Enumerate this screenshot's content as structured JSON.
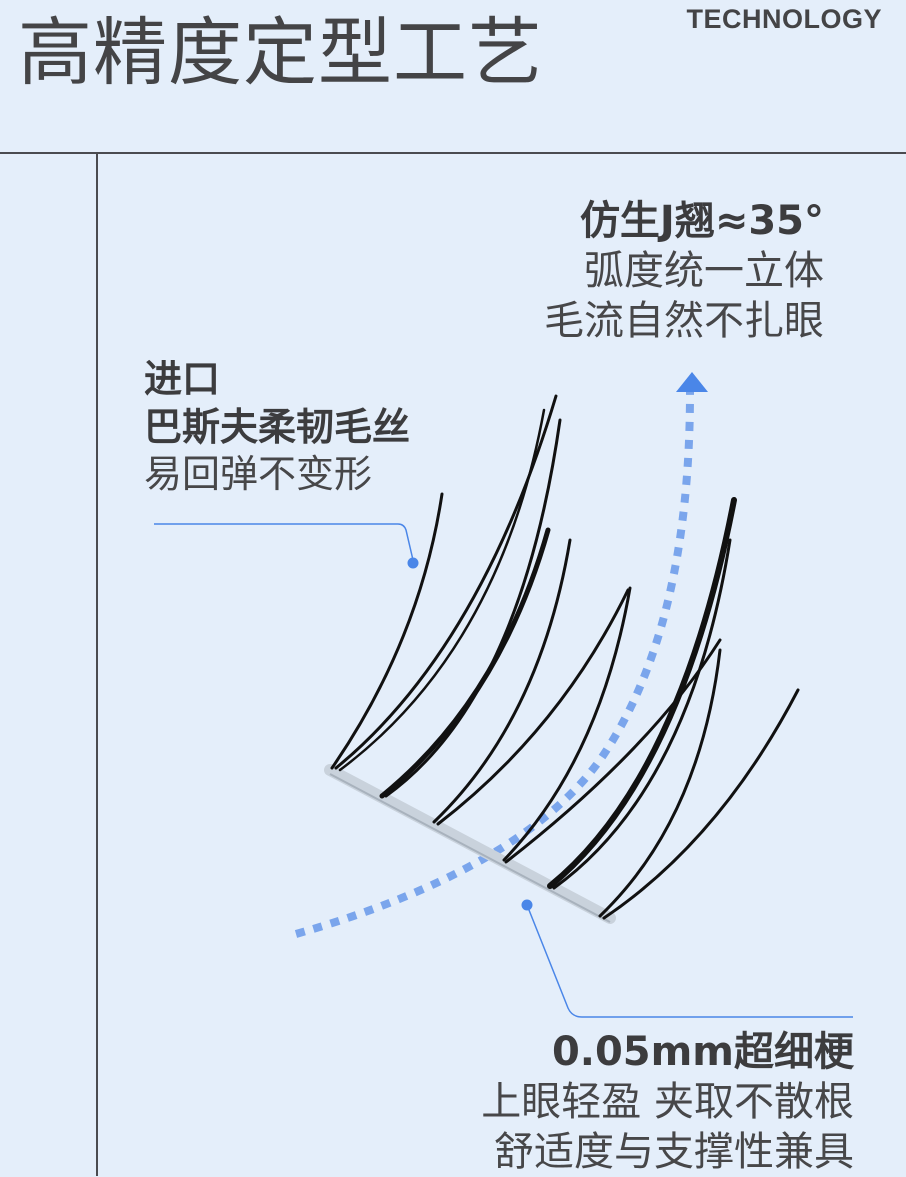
{
  "header": {
    "title": "高精度定型工艺",
    "subtitle": "TECHNOLOGY"
  },
  "callouts": {
    "curl": {
      "heading": "仿生J翘≈35°",
      "lines": [
        "弧度统一立体",
        "毛流自然不扎眼"
      ]
    },
    "fiber": {
      "heading_lines": [
        "进口",
        "巴斯夫柔韧毛丝"
      ],
      "lines": [
        "易回弹不变形"
      ]
    },
    "stem": {
      "heading": "0.05mm超细梗",
      "lines": [
        "上眼轻盈 夹取不散根",
        "舒适度与支撑性兼具"
      ]
    }
  },
  "colors": {
    "background": "#e4eefa",
    "text": "#444446",
    "accent_blue": "#4a86e8",
    "dotted_arrow": "#7aa5ec",
    "rule": "#4a4b50"
  },
  "icons": {
    "curve_arrow": "dotted-curved-arrow-up",
    "callout_dot": "filled-circle"
  }
}
